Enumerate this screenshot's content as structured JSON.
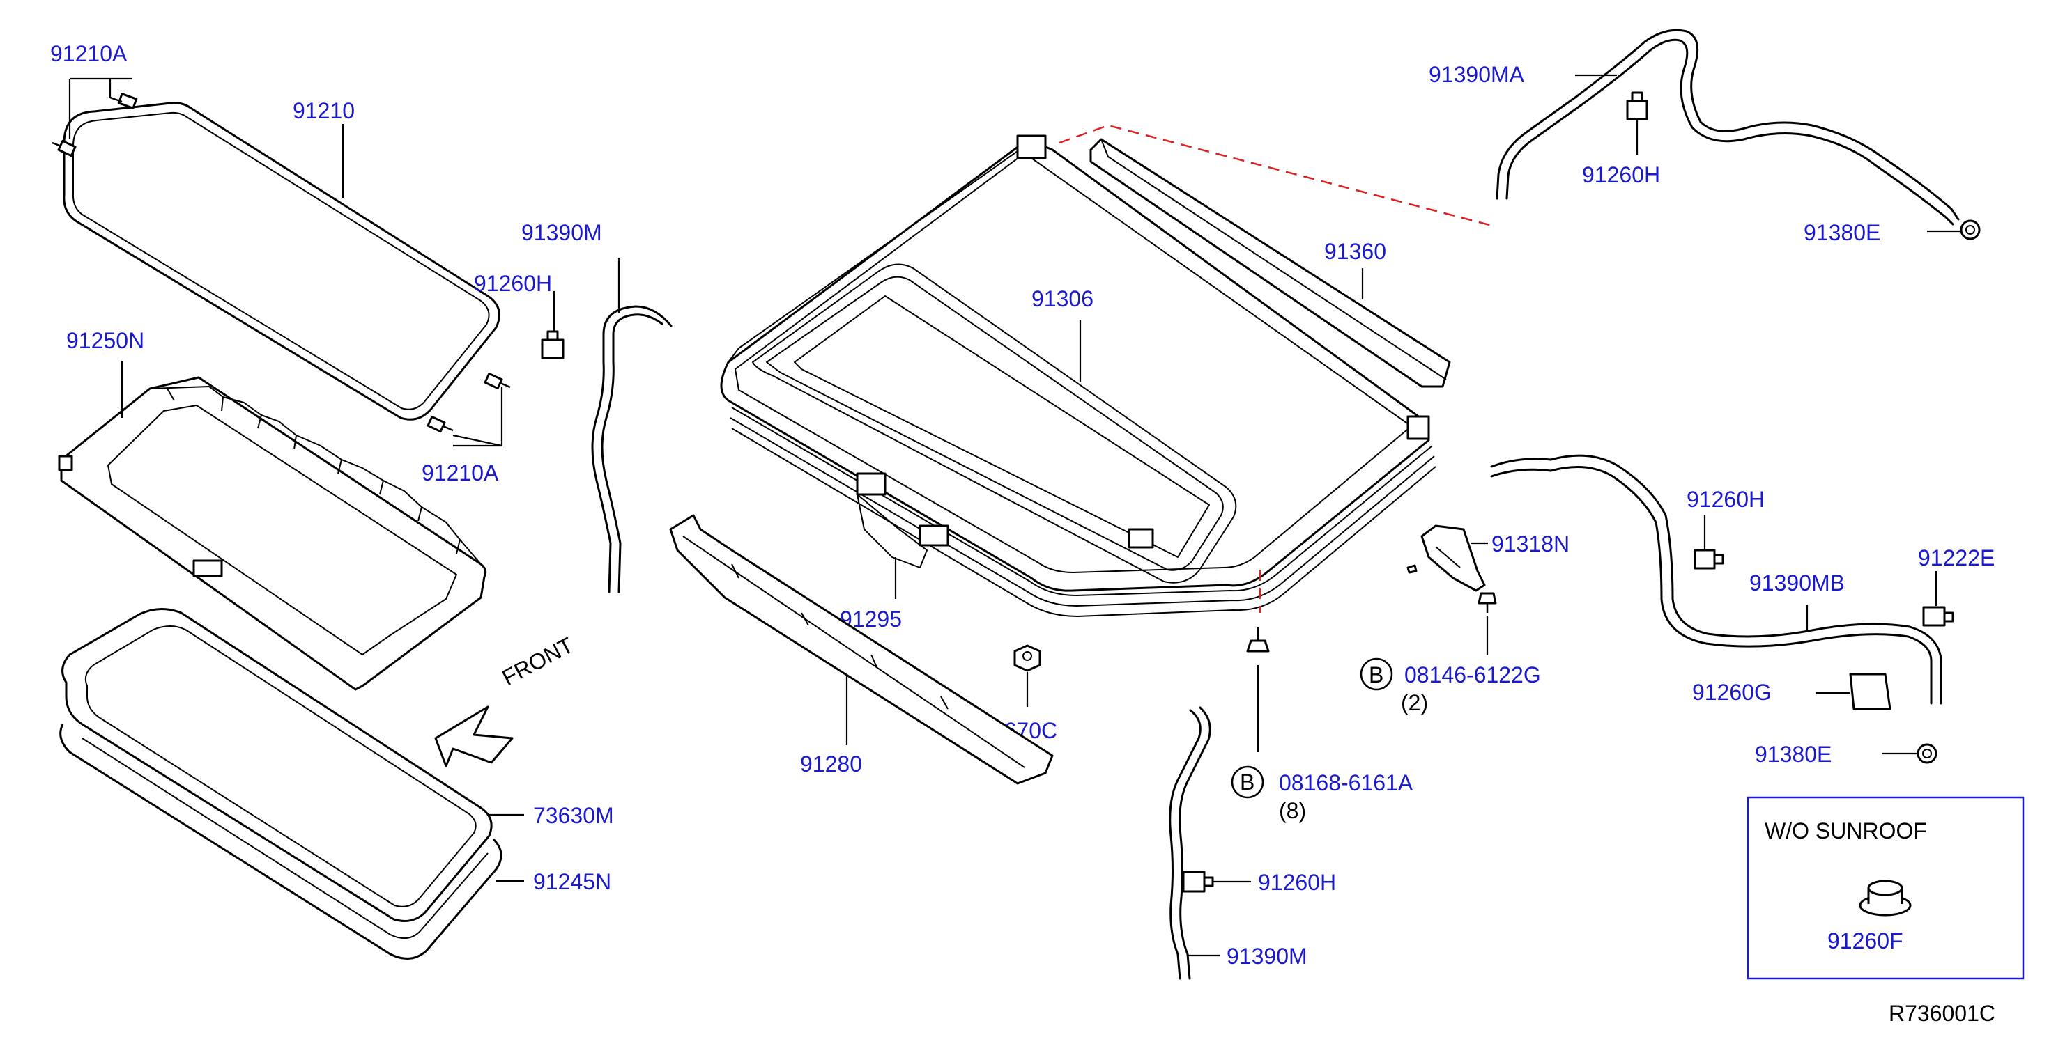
{
  "labels": {
    "p91210A_top": "91210A",
    "p91210": "91210",
    "p91250N": "91250N",
    "p91210A_mid": "91210A",
    "p91390M_top": "91390M",
    "p91260H_mid": "91260H",
    "front": "FRONT",
    "p73630M": "73630M",
    "p91245N": "91245N",
    "p91306": "91306",
    "p91360": "91360",
    "p91295": "91295",
    "p73670C": "73670C",
    "p91280": "91280",
    "p91390MA": "91390MA",
    "p91260H_top": "91260H",
    "p91380E_top": "91380E",
    "p91318N": "91318N",
    "b_letter_1": "B",
    "p08146": "08146-6122G",
    "qty_2": "(2)",
    "b_letter_2": "B",
    "p08168": "08168-6161A",
    "qty_8": "(8)",
    "p91260H_bottom": "91260H",
    "p91390M_bottom": "91390M",
    "p91260H_right": "91260H",
    "p91390MB": "91390MB",
    "p91222E": "91222E",
    "p91260G": "91260G",
    "p91380E_bottom": "91380E",
    "wo_sunroof": "W/O   SUNROOF",
    "p91260F": "91260F",
    "diagram_code": "R736001C"
  }
}
